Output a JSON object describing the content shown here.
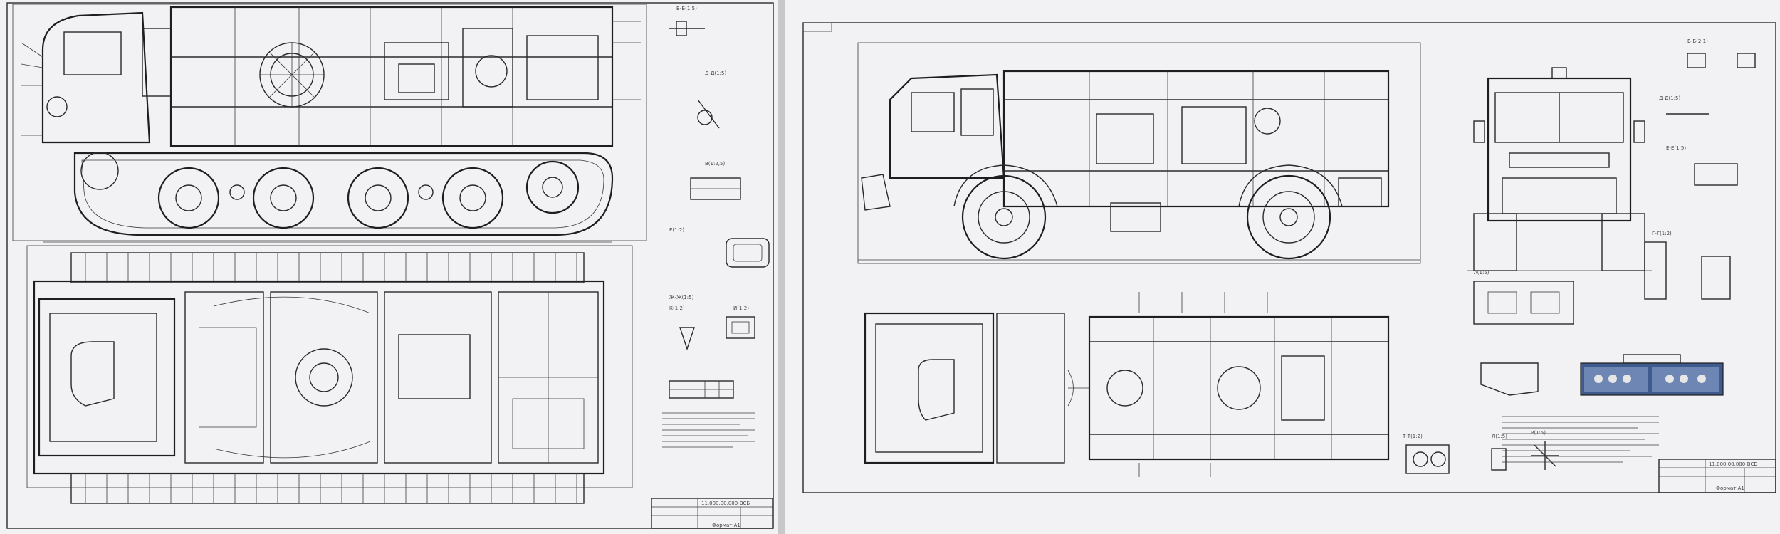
{
  "left_sheet": {
    "view_labels": [
      "Б-Б(1:5)",
      "Д-Д(1:5)",
      "В(1:2,5)",
      "Е(1:2)",
      "Ж-Ж(1:5)",
      "К(1:2)",
      "И(1:2)"
    ],
    "title_block": {
      "designation": "11.000.00.000-ВСБ",
      "sheet_format": "Формат А1"
    },
    "notes_lines": 7
  },
  "right_sheet": {
    "view_labels": [
      "Б-Б(2:1)",
      "Д-Д(1:5)",
      "Е-Е(1:5)",
      "А(1:5)",
      "Г-Г(1:2)",
      "Т-Т(1:2)",
      "Л(1:5)",
      "Р(1:5)"
    ],
    "title_block": {
      "designation": "11.000.00.000-ВСБ",
      "sheet_format": "Формат А1"
    },
    "notes_lines": 9
  },
  "colors": {
    "background": "#dcdcdc",
    "paper": "#f2f1f4",
    "ink": "#2a2a2a",
    "panel_blue": "#3f5a8c"
  }
}
